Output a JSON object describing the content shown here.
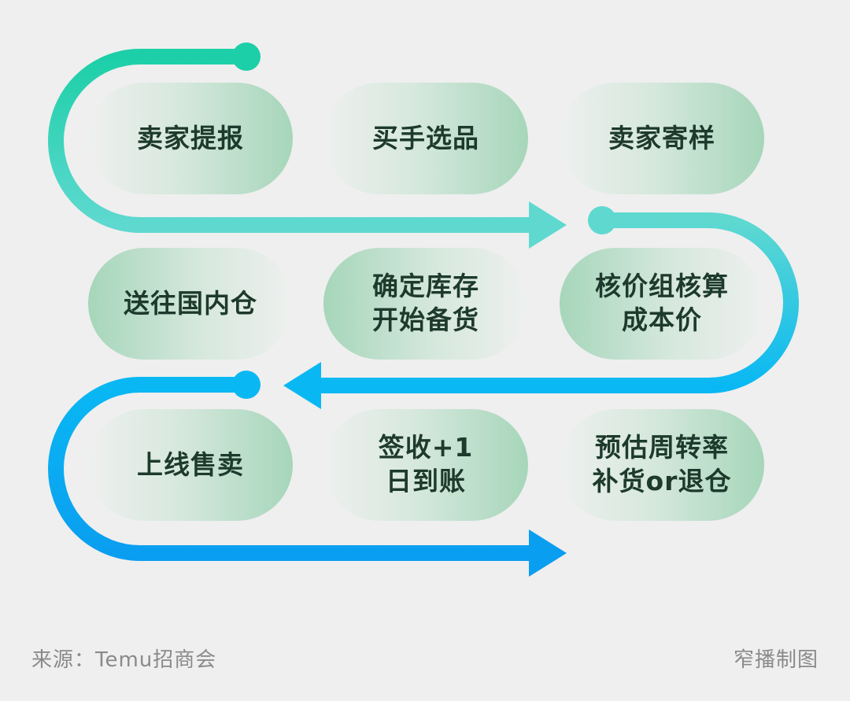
{
  "steps": [
    {
      "id": "s1",
      "lines": [
        "卖家提报"
      ]
    },
    {
      "id": "s2",
      "lines": [
        "买手选品"
      ]
    },
    {
      "id": "s3",
      "lines": [
        "卖家寄样"
      ]
    },
    {
      "id": "s4",
      "lines": [
        "核价组核算",
        "成本价"
      ]
    },
    {
      "id": "s5",
      "lines": [
        "确定库存",
        "开始备货"
      ]
    },
    {
      "id": "s6",
      "lines": [
        "送往国内仓"
      ]
    },
    {
      "id": "s7",
      "lines": [
        "上线售卖"
      ]
    },
    {
      "id": "s8",
      "lines": [
        "签收+1",
        "日到账"
      ]
    },
    {
      "id": "s9",
      "lines": [
        "预估周转率",
        "补货or退仓"
      ]
    }
  ],
  "footer": {
    "source": "来源：Temu招商会",
    "credit": "窄播制图"
  },
  "colors": {
    "background": "#efefef",
    "path_start": "#1ccfa8",
    "path_mid": "#5fd9d0",
    "path_blue": "#09b8f3",
    "path_end": "#0a9ef0",
    "pill_green": "#a6d6ba",
    "text": "#1d3a2c"
  }
}
